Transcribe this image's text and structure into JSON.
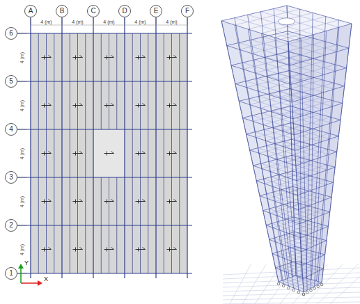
{
  "diagram": {
    "nodes": [
      {
        "text": [
          "A"
        ]
      },
      {
        "text": [
          "B"
        ]
      },
      {
        "text": [
          "C"
        ]
      },
      {
        "text": [
          "D"
        ]
      },
      {
        "text": [
          "E"
        ]
      },
      {
        "text": [
          "F"
        ]
      },
      {
        "text": [
          "6"
        ]
      },
      {
        "text": [
          "5"
        ]
      },
      {
        "text": [
          "4"
        ]
      },
      {
        "text": [
          "3"
        ]
      },
      {
        "text": [
          "2"
        ]
      },
      {
        "text": [
          "1"
        ]
      }
    ],
    "labels": [
      "4 (m)",
      "4 (m)",
      "4 (m)",
      "4 (m)",
      "4 (m)",
      "4 (m)",
      "4 (m)",
      "4 (m)",
      "4 (m)",
      "4 (m)",
      "Y",
      "X"
    ]
  }
}
